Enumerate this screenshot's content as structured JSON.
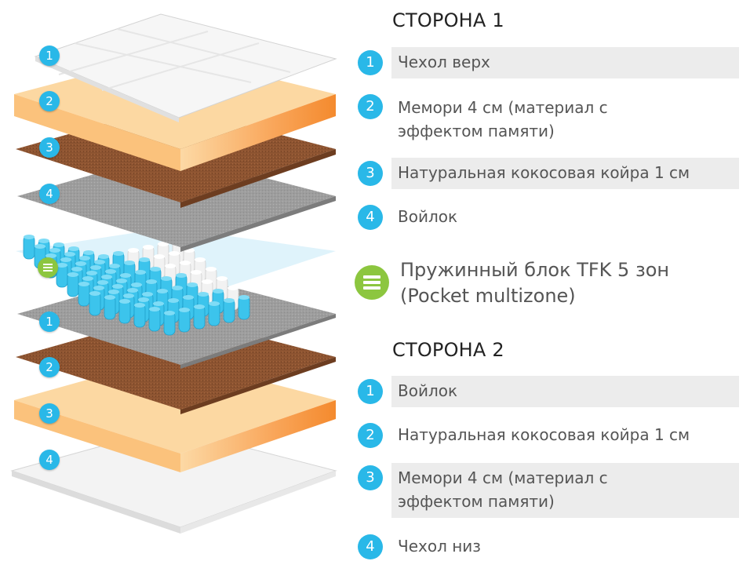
{
  "colors": {
    "badge_blue": "#29b8e8",
    "spring_green": "#8cc63f",
    "row_shade": "#ececec",
    "memory_foam": "#fbc77c",
    "coconut": "#8a5230",
    "felt": "#9b9b9b",
    "cover": "#f4f4f4"
  },
  "illustration": {
    "side1_badges": [
      "1",
      "2",
      "3",
      "4"
    ],
    "side2_badges": [
      "1",
      "2",
      "3",
      "4"
    ],
    "spring_icon": "spring-block-icon"
  },
  "side1": {
    "title": "СТОРОНА 1",
    "items": [
      {
        "num": "1",
        "label": "Чехол верх"
      },
      {
        "num": "2",
        "label": "Мемори 4 см (материал с эффектом памяти)"
      },
      {
        "num": "3",
        "label": "Натуральная кокосовая койра 1 см"
      },
      {
        "num": "4",
        "label": "Войлок"
      }
    ]
  },
  "spring_block": {
    "label": "Пружинный блок TFK 5 зон (Pocket multizone)"
  },
  "side2": {
    "title": "СТОРОНА 2",
    "items": [
      {
        "num": "1",
        "label": "Войлок"
      },
      {
        "num": "2",
        "label": "Натуральная кокосовая койра 1 см"
      },
      {
        "num": "3",
        "label": "Мемори 4 см (материал с эффектом памяти)"
      },
      {
        "num": "4",
        "label": "Чехол низ"
      }
    ]
  }
}
